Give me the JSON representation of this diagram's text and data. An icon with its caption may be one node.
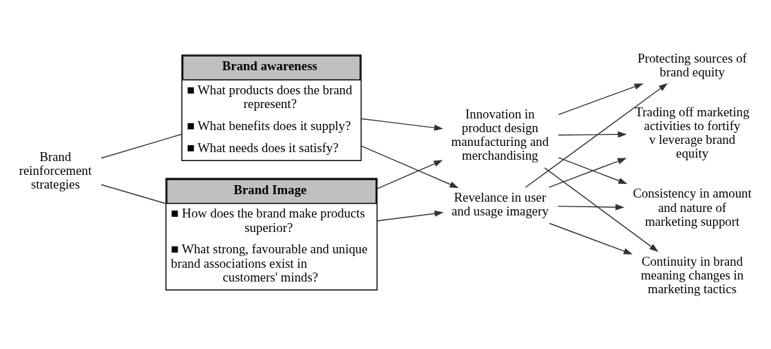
{
  "diagram": {
    "nodes": [
      {
        "text": [
          "Brand reinforcement strategies"
        ]
      },
      {
        "text": [
          "Brand awareness",
          "■ What products does the brand represent?",
          "■ What benefits does it supply?",
          "■ What needs does it satisfy?"
        ]
      },
      {
        "text": [
          "Brand Image",
          "■ How does the brand make products superior?",
          "■ What strong, favourable and unique brand associations exist in customers' minds?"
        ]
      },
      {
        "text": [
          "Innovation in product design manufacturing and merchandising"
        ]
      },
      {
        "text": [
          "Revelance in user and usage imagery"
        ]
      },
      {
        "text": [
          "Consistency in amount and nature of marketing support"
        ]
      },
      {
        "text": [
          "Continuity in brand meaning changes in marketing tactics"
        ]
      },
      {
        "text": [
          "Protecting sources of brand equity"
        ]
      },
      {
        "text": [
          "Trading off marketing activities to fortify v leverage brand equity"
        ]
      }
    ],
    "edges": [
      {
        "from": 0,
        "to": 1,
        "arrow": "none"
      },
      {
        "from": 0,
        "to": 2,
        "arrow": "none"
      },
      {
        "from": 1,
        "to": 3,
        "arrow": "to"
      },
      {
        "from": 1,
        "to": 4,
        "arrow": "to"
      },
      {
        "from": 2,
        "to": 3,
        "arrow": "to"
      },
      {
        "from": 2,
        "to": 4,
        "arrow": "to"
      },
      {
        "from": 3,
        "to": 5,
        "arrow": "to"
      },
      {
        "from": 3,
        "to": 6,
        "arrow": "to"
      },
      {
        "from": 3,
        "to": 7,
        "arrow": "to"
      },
      {
        "from": 3,
        "to": 8,
        "arrow": "to"
      },
      {
        "from": 4,
        "to": 5,
        "arrow": "to"
      },
      {
        "from": 4,
        "to": 6,
        "arrow": "to"
      },
      {
        "from": 4,
        "to": 7,
        "arrow": "to"
      },
      {
        "from": 4,
        "to": 8,
        "arrow": "to"
      }
    ]
  }
}
